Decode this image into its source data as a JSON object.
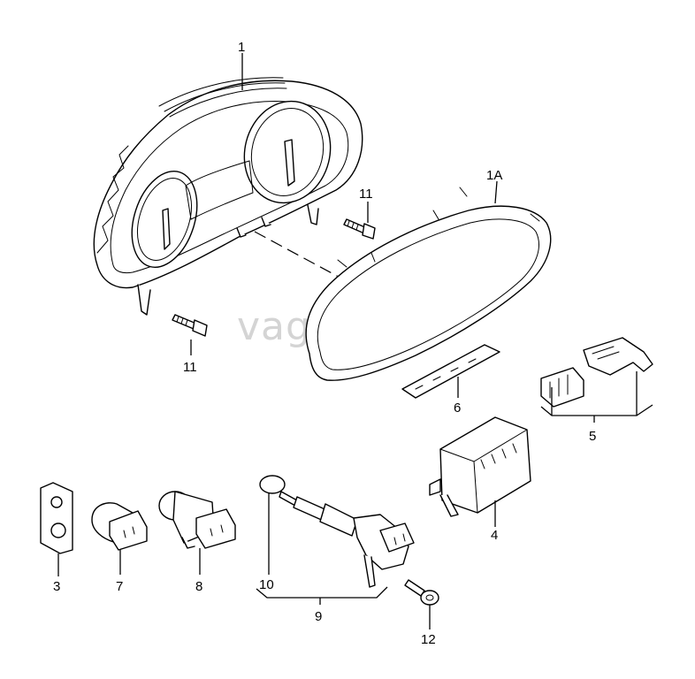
{
  "watermark": "vagtec.ru",
  "parts": {
    "p1": "1",
    "p1a": "1A",
    "p3": "3",
    "p4": "4",
    "p5": "5",
    "p6": "6",
    "p7": "7",
    "p8": "8",
    "p9": "9",
    "p10": "10",
    "p11a": "11",
    "p11b": "11",
    "p12": "12"
  }
}
